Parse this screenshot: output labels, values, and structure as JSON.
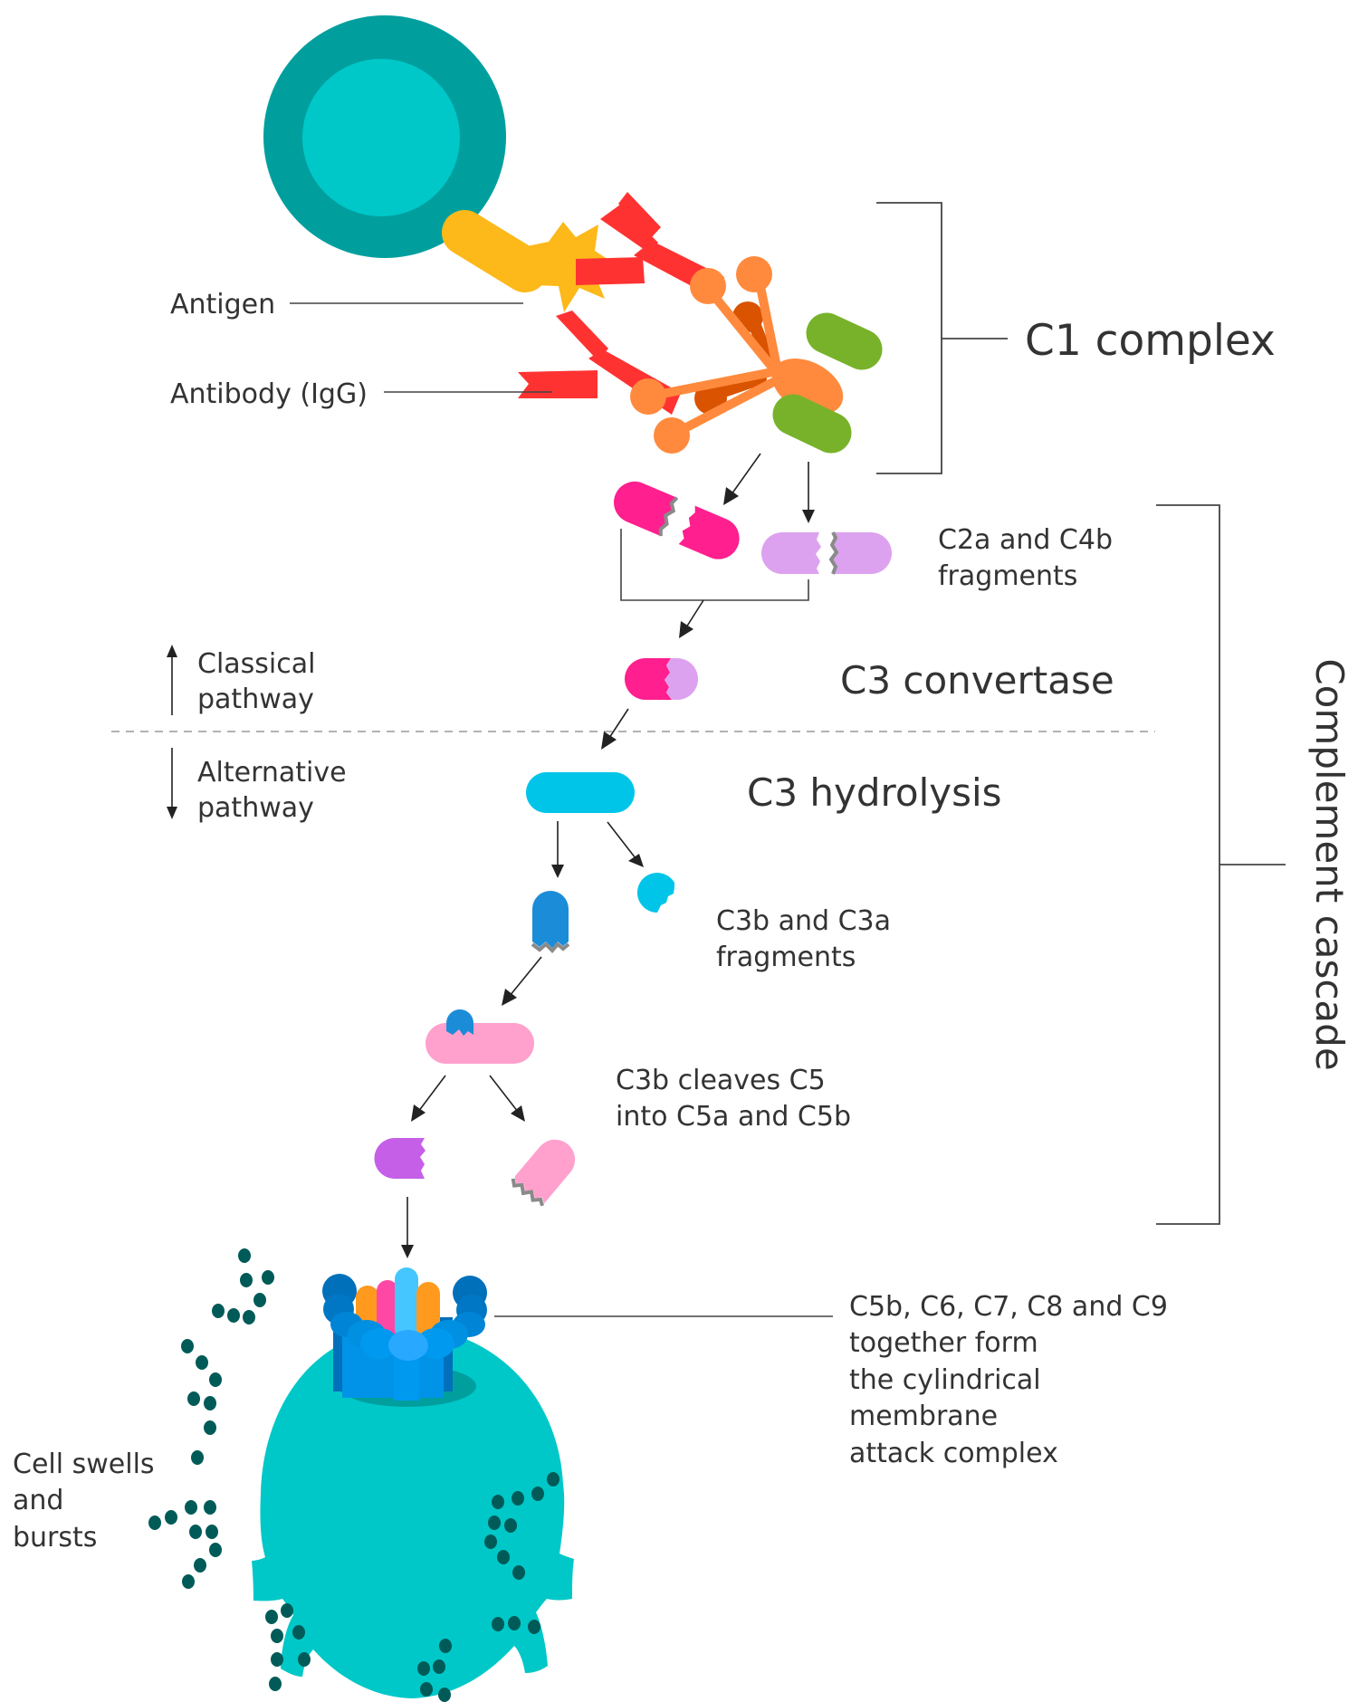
{
  "title": "Complement cascade",
  "labels": {
    "antigen": "Antigen",
    "antibody": "Antibody (IgG)",
    "c1_complex": "C1 complex",
    "c2a_c4b": [
      "C2a and C4b",
      "fragments"
    ],
    "c3_convertase": "C3 convertase",
    "classical_pathway": [
      "Classical",
      "pathway"
    ],
    "alternative_pathway": [
      "Alternative",
      "pathway"
    ],
    "c3_hydrolysis": "C3 hydrolysis",
    "c3b_c3a": [
      "C3b and C3a",
      "fragments"
    ],
    "c3b_cleaves": [
      "C3b cleaves C5",
      "into C5a and C5b"
    ],
    "mac": [
      "C5b, C6, C7, C8 and C9",
      "together form",
      "the cylindrical",
      "membrane",
      "attack complex"
    ],
    "cell_bursts": [
      "Cell swells",
      "and",
      "bursts"
    ],
    "complement_cascade": "Complement cascade"
  },
  "colors": {
    "cell_outer": "#009f9e",
    "cell_inner": "#00c8c8",
    "antigen": "#fdb819",
    "antibody": "#ff3232",
    "c1_orange": "#ff8a3d",
    "c1_dark_orange": "#d95300",
    "c1_green": "#78b22a",
    "c2a": "#ff1f8e",
    "c4b": "#dda2ef",
    "c3": "#00c5e8",
    "c3b": "#1b8cd8",
    "c5": "#ffa0cd",
    "c5b": "#c55fe8",
    "mac_blue": "#0093e8",
    "mac_dark_blue": "#0070bb",
    "mac_light_blue": "#45c6ff",
    "mac_orange": "#ff9a1f",
    "mac_pink": "#ff48a5",
    "target_cell": "#00c8c8",
    "debris": "#005b58",
    "break_edge": "#8a8a8a"
  }
}
